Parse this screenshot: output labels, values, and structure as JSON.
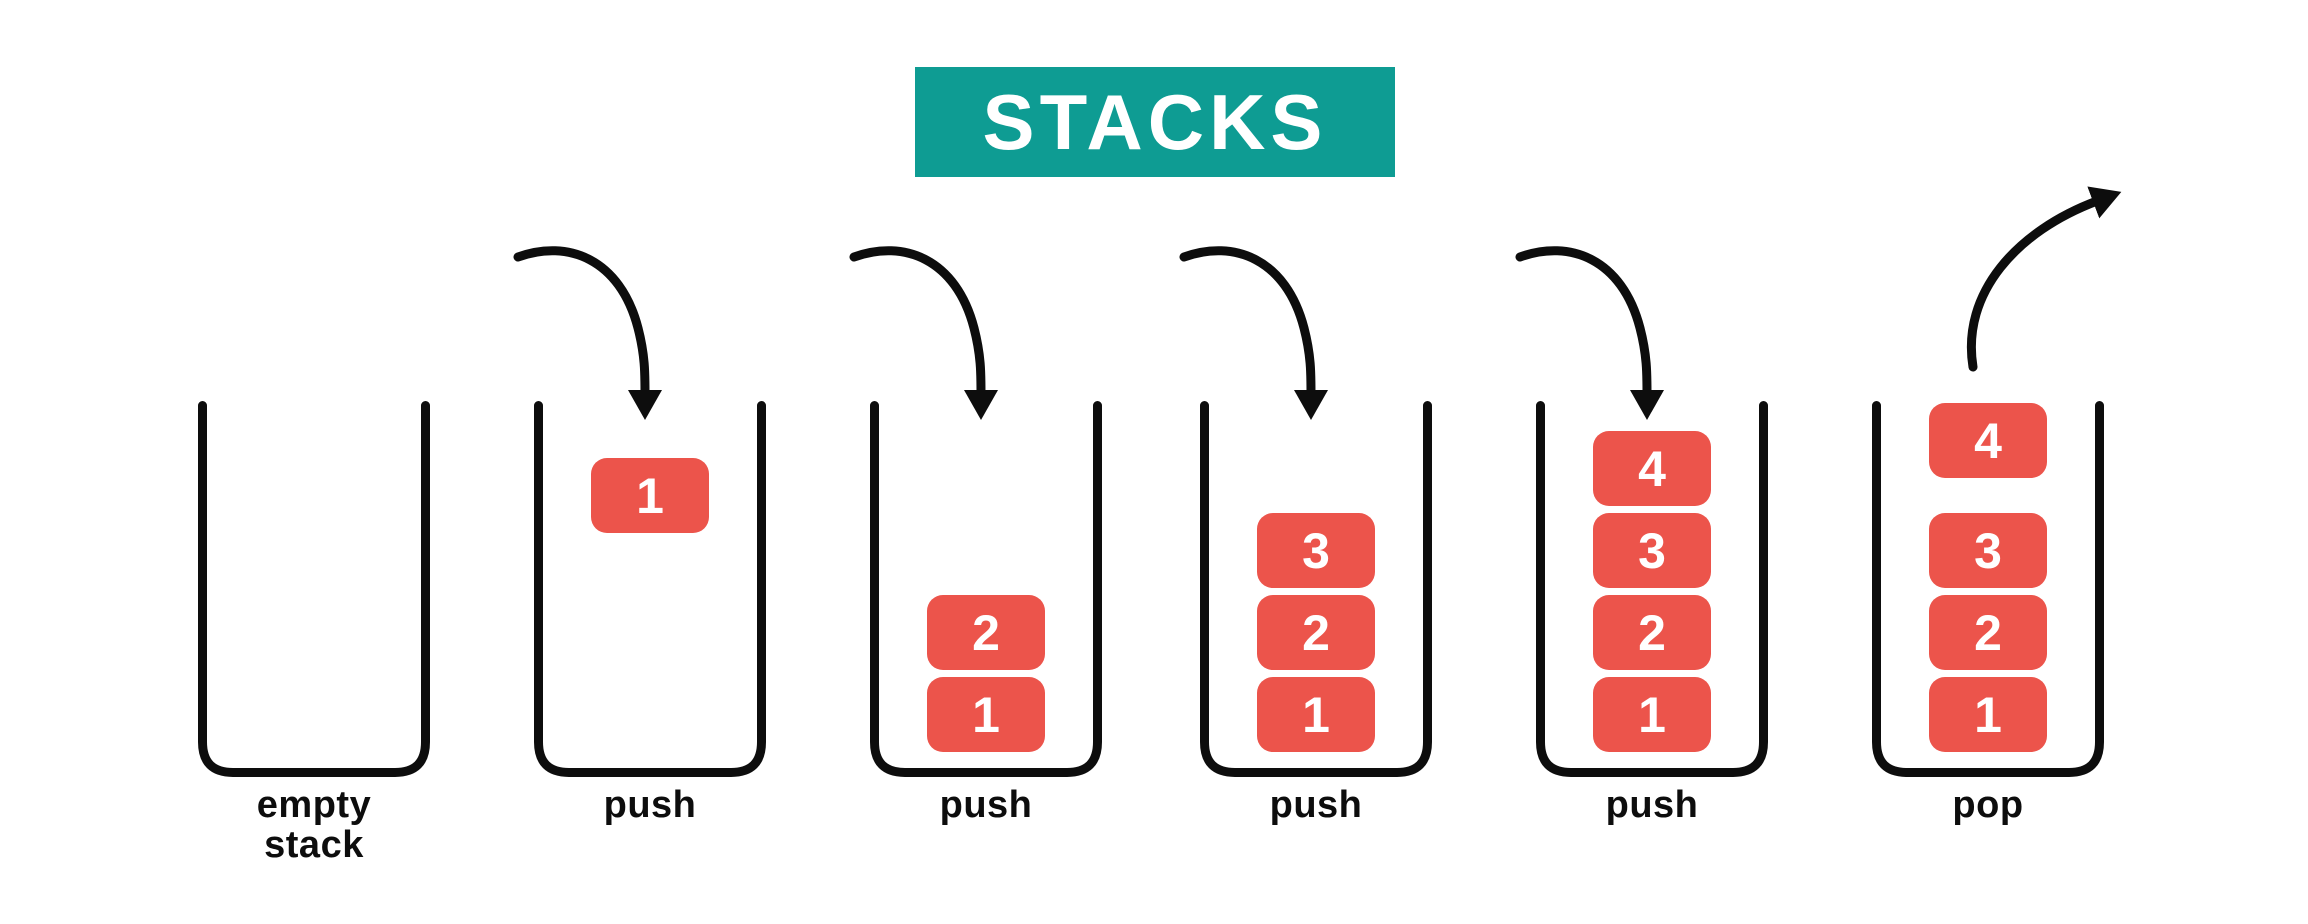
{
  "title": {
    "label": "STACKS",
    "banner_color": "#0E9C93",
    "text_color": "#FFFFFF"
  },
  "colors": {
    "block_fill": "#EC544B",
    "block_text": "#FFFFFF",
    "line_stroke": "#0D0D0D",
    "background": "#FFFFFF"
  },
  "stacks": [
    {
      "label": "empty\nstack",
      "arrow": "none",
      "blocks": []
    },
    {
      "label": "push",
      "arrow": "push-in",
      "blocks": [
        "1"
      ]
    },
    {
      "label": "push",
      "arrow": "push-in",
      "blocks": [
        "2",
        "1"
      ]
    },
    {
      "label": "push",
      "arrow": "push-in",
      "blocks": [
        "3",
        "2",
        "1"
      ]
    },
    {
      "label": "push",
      "arrow": "push-in",
      "blocks": [
        "4",
        "3",
        "2",
        "1"
      ]
    },
    {
      "label": "pop",
      "arrow": "pop-out",
      "blocks": [
        "4",
        "3",
        "2",
        "1"
      ]
    }
  ]
}
